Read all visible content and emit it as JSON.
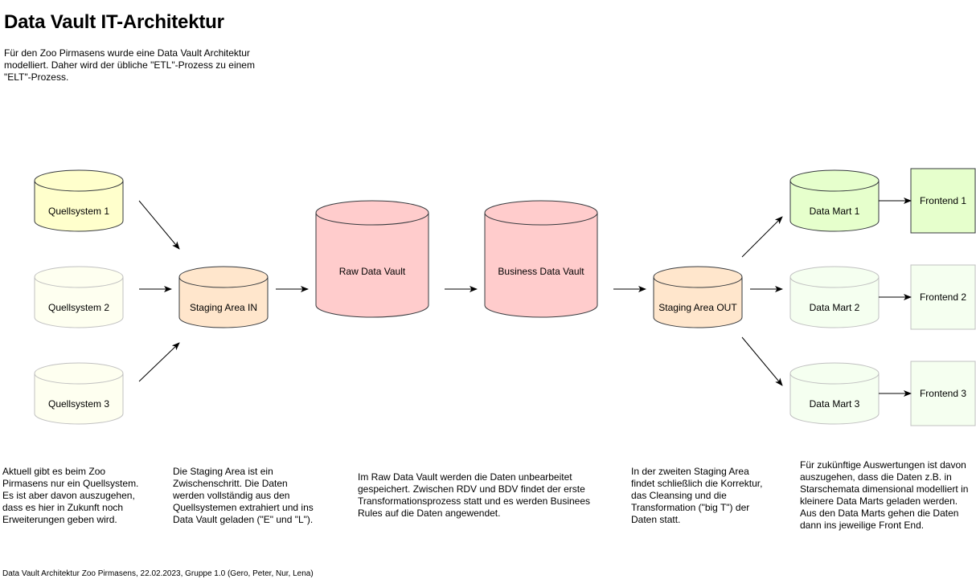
{
  "title": "Data Vault IT-Architektur",
  "intro": "Für den Zoo Pirmasens wurde eine Data Vault Architektur modelliert. Daher wird der übliche \"ETL\"-Prozess zu einem \"ELT\"-Prozess.",
  "nodes": {
    "source1": "Quellsystem 1",
    "source2": "Quellsystem 2",
    "source3": "Quellsystem 3",
    "staging_in": "Staging Area IN",
    "raw_vault": "Raw Data Vault",
    "business_vault": "Business Data Vault",
    "staging_out": "Staging Area OUT",
    "mart1": "Data Mart 1",
    "mart2": "Data Mart 2",
    "mart3": "Data Mart 3",
    "frontend1": "Frontend 1",
    "frontend2": "Frontend 2",
    "frontend3": "Frontend 3"
  },
  "notes": {
    "sources": "Aktuell gibt es beim Zoo Pirmasens nur ein Quellsystem. Es ist aber davon auszugehen, dass es hier in Zukunft noch Erweiterungen geben wird.",
    "staging_in": "Die Staging Area ist ein Zwischenschritt. Die Daten werden vollständig aus den Quellsystemen extrahiert und ins Data Vault geladen (\"E\" und \"L\").",
    "vaults": "Im Raw Data Vault werden die Daten unbearbeitet gespeichert. Zwischen RDV und BDV findet der erste Transformationsprozess statt und es werden Businees Rules auf die Daten angewendet.",
    "staging_out": "In der zweiten Staging Area findet schließlich die Korrektur, das Cleansing und die Transformation (\"big T\") der Daten statt.",
    "marts": "Für zukünftige Auswertungen ist davon auszugehen, dass die Daten z.B. in Starschemata dimensional modelliert in kleinere Data Marts geladen werden. Aus den Data Marts gehen die Daten dann ins jeweilige Front End."
  },
  "footer": "Data Vault Architektur Zoo Pirmasens, 22.02.2023, Gruppe 1.0 (Gero, Peter, Nur, Lena)",
  "colors": {
    "source_active_fill": "#ffffcc",
    "source_active_stroke": "#36393d",
    "source_inactive_fill": "#fefff0",
    "source_inactive_stroke": "#c0c0c0",
    "staging_fill": "#ffe6cc",
    "staging_stroke": "#36393d",
    "vault_fill": "#ffcccc",
    "vault_stroke": "#36393d",
    "mart_active_fill": "#e6ffcc",
    "mart_inactive_fill": "#f5fff0",
    "frontend_active_fill": "#e6ffcc",
    "frontend_inactive_fill": "#f5fff0"
  }
}
